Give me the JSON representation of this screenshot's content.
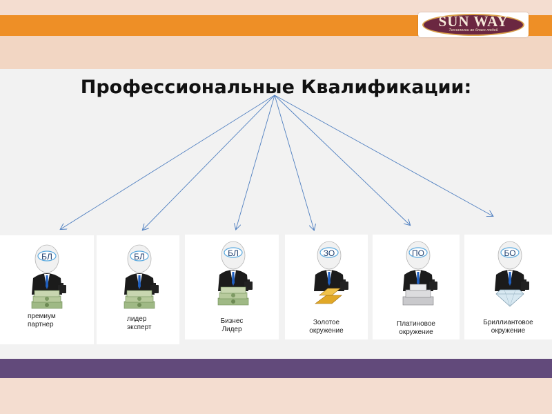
{
  "logo": {
    "name": "SUN WAY",
    "tagline": "Технологии во благо людей"
  },
  "title": "Профессиональные Квалификации:",
  "cards": [
    {
      "badge": "БЛ",
      "caption_lines": [
        "премиум",
        "партнер"
      ],
      "bonus": "cash",
      "color": "#5aa9df"
    },
    {
      "badge": "БЛ",
      "caption_lines": [
        "лидер",
        "эксперт"
      ],
      "bonus": "cash",
      "color": "#5aa9df"
    },
    {
      "badge": "БЛ",
      "caption_lines": [
        "Бизнес",
        "Лидер"
      ],
      "bonus": "cash",
      "color": "#5aa9df"
    },
    {
      "badge": "ЗО",
      "caption_lines": [
        "Золотое",
        "окружение"
      ],
      "bonus": "gold",
      "color": "#5aa9df"
    },
    {
      "badge": "ПО",
      "caption_lines": [
        "Платиновое",
        "окружение"
      ],
      "bonus": "platinum",
      "color": "#5aa9df"
    },
    {
      "badge": "БО",
      "caption_lines": [
        "Бриллиантовое",
        "окружение"
      ],
      "bonus": "diamond",
      "color": "#5aa9df"
    }
  ]
}
